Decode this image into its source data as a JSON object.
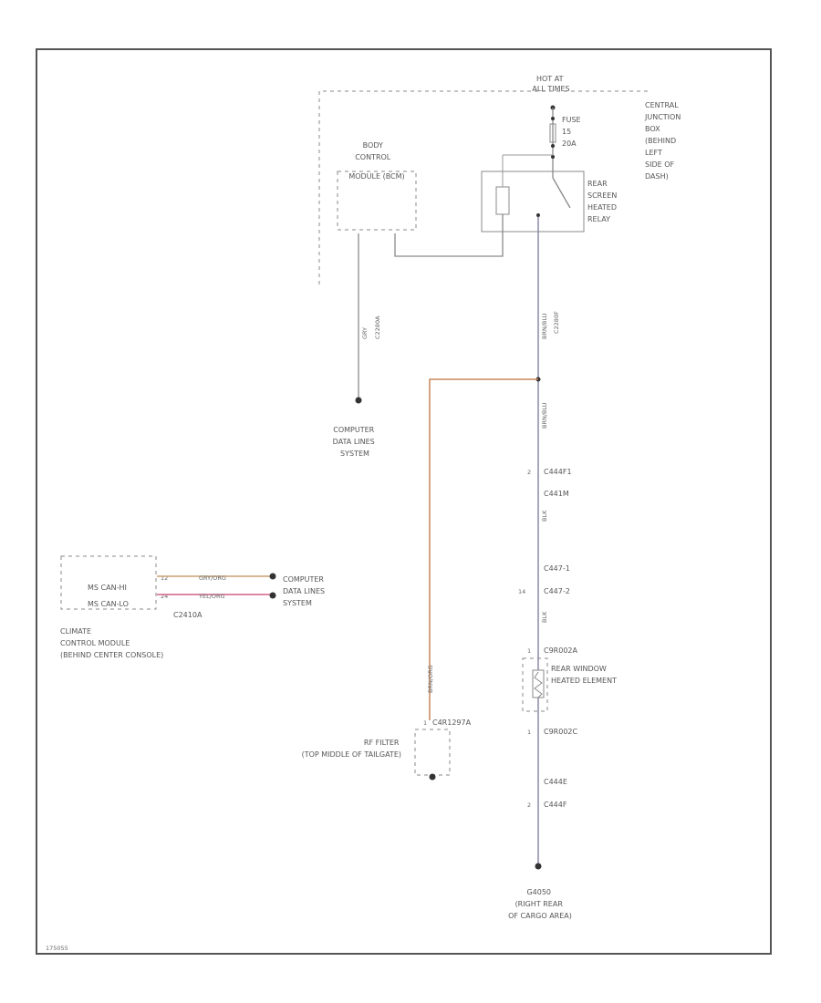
{
  "fuse_box": {
    "hot_label": [
      "HOT AT",
      "ALL TIMES"
    ],
    "fuse_label": [
      "FUSE",
      "15",
      "20A"
    ],
    "junction_box_label": [
      "CENTRAL",
      "JUNCTION",
      "BOX",
      "(BEHIND",
      "LEFT",
      "SIDE OF",
      "DASH)"
    ],
    "relay_label": [
      "REAR",
      "SCREEN",
      "HEATED",
      "RELAY"
    ]
  },
  "bcm": {
    "label": [
      "BODY",
      "CONTROL",
      "MODULE (BCM)"
    ]
  },
  "wires": {
    "bcm_wire_color": "GRY",
    "bcm_connector": "C2280A",
    "main_wire_color": "BRN/BLU",
    "main_connector": "C2280F",
    "main_wire_color_2": "BRN/BLU",
    "wire_blk_1": "BLK",
    "wire_blk_2": "BLK",
    "rf_wire_color": "BRN/ORG",
    "accent_orange": "#c8875a",
    "accent_blue": "#6a6ad0",
    "accent_pink": "#d4608a"
  },
  "computer_data_1": {
    "label": [
      "COMPUTER",
      "DATA LINES",
      "SYSTEM"
    ]
  },
  "climate": {
    "pin1": "MS CAN-HI",
    "pin2": "MS CAN-LO",
    "pin1_num": "12",
    "pin2_num": "24",
    "wire1": "GRY/ORG",
    "wire2": "YEL/ORG",
    "connector": "C2410A",
    "label": [
      "CLIMATE",
      "CONTROL MODULE",
      "(BEHIND CENTER CONSOLE)"
    ],
    "data_label": [
      "COMPUTER",
      "DATA LINES",
      "SYSTEM"
    ]
  },
  "connectors": {
    "c4441_top": "C444F1",
    "c4441_top_pin": "2",
    "c4441_bottom": "C441M",
    "c4471_top": "C447-1",
    "c4471_bottom": "C447-2",
    "c4471_pin": "14",
    "c902a": "C9R002A",
    "c902a_pin": "1",
    "c902c": "C9R002C",
    "c902c_pin": "1",
    "c444e": "C444E",
    "c444f": "C444F",
    "c444f_pin": "2"
  },
  "element": {
    "label": [
      "REAR WINDOW",
      "HEATED ELEMENT"
    ]
  },
  "rf_filter": {
    "connector": "C4R1297A",
    "pin": "1",
    "label": [
      "RF FILTER",
      "(TOP MIDDLE OF TAILGATE)"
    ]
  },
  "ground": {
    "label": [
      "G4050",
      "(RIGHT REAR",
      "OF CARGO AREA)"
    ]
  },
  "footer": {
    "code": "175055"
  }
}
